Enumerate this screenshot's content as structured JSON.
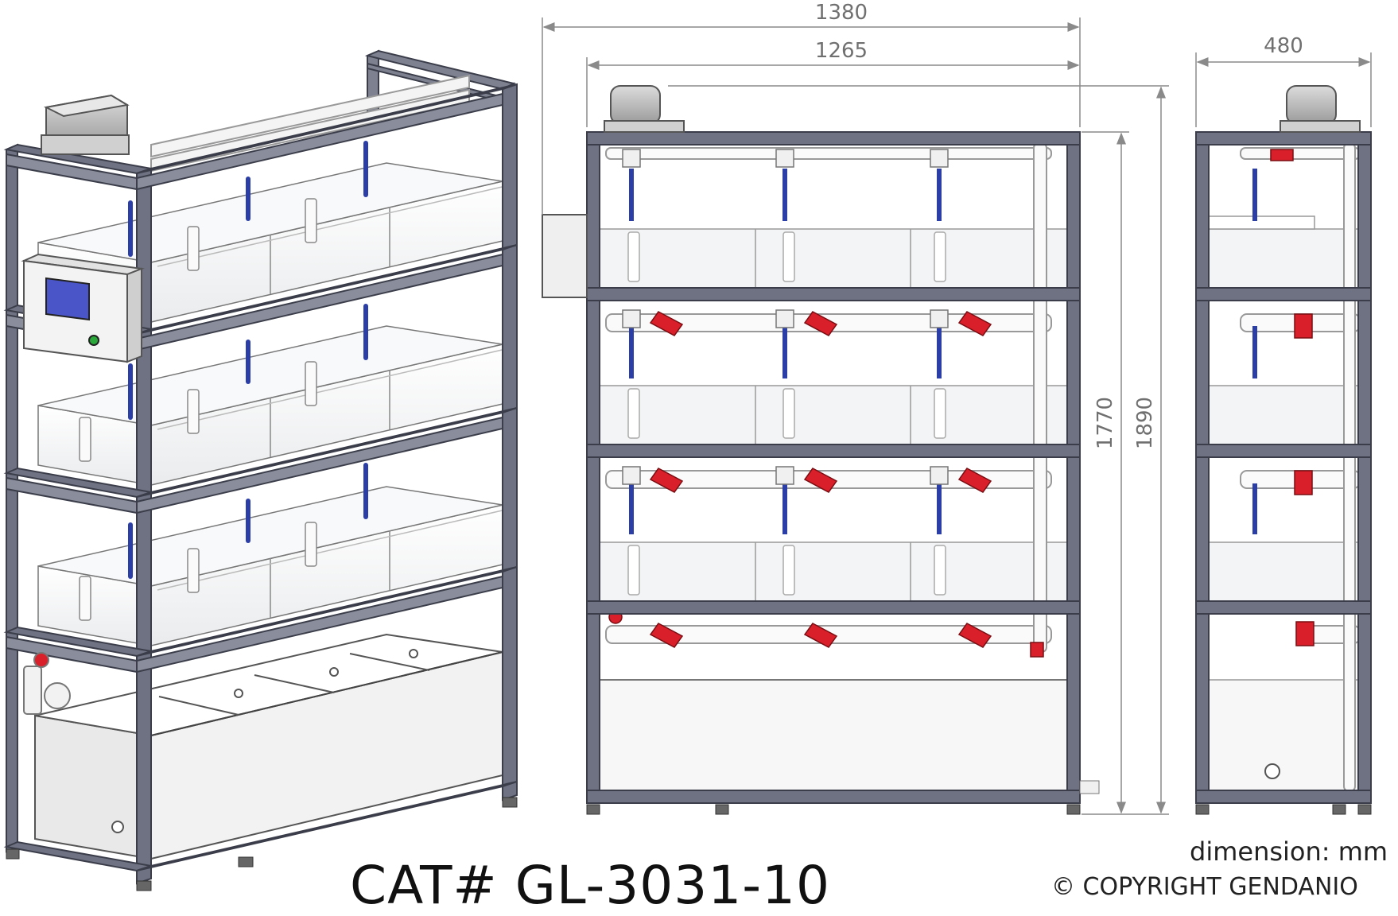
{
  "catalog": {
    "label": "CAT# GL-3031-10"
  },
  "dimensions": {
    "overall_width": "1380",
    "frame_width": "1265",
    "depth": "480",
    "frame_height": "1770",
    "overall_height": "1890"
  },
  "notes": {
    "units": "dimension: mm",
    "copyright": "© COPYRIGHT GENDANIO"
  },
  "colors": {
    "frame": "#6e7282",
    "frame_dark": "#3b3e4a",
    "tank_glass": "#eef0f1",
    "valve_red": "#d9202a",
    "pipe_blue": "#2b3ea8",
    "screen_blue": "#4a55c8",
    "dimension_line": "#8a8a8a"
  }
}
